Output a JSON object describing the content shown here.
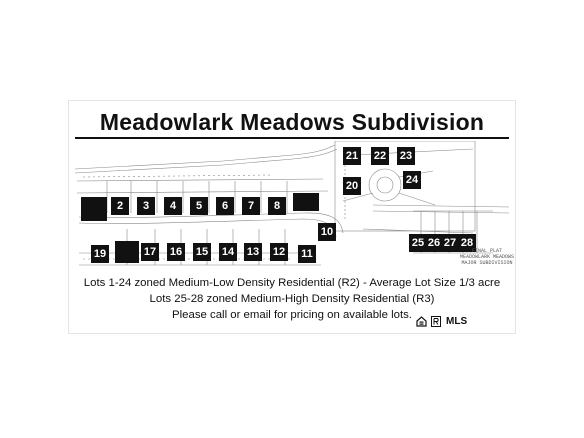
{
  "title": "Meadowlark Meadows Subdivision",
  "lots": [
    "2",
    "3",
    "4",
    "5",
    "6",
    "7",
    "8",
    "10",
    "11",
    "12",
    "13",
    "14",
    "15",
    "16",
    "17",
    "19",
    "20",
    "21",
    "22",
    "23",
    "24",
    "25",
    "26",
    "27",
    "28"
  ],
  "captions": {
    "line1": "Lots 1-24 zoned Medium-Low Density Residential (R2) - Average Lot Size 1/3 acre",
    "line2": "Lots 25-28 zoned Medium-High Density Residential (R3)",
    "line3": "Please call or email for pricing on available lots."
  },
  "plat_title": {
    "line1": "FINAL PLAT",
    "line2": "MEADOWLARK MEADOWS",
    "line3": "MAJOR SUBDIVISION"
  },
  "logos": {
    "mls": "MLS"
  },
  "colors": {
    "lot_marker": "#111111",
    "lot_text": "#ffffff",
    "plat_lines": "#888888"
  }
}
